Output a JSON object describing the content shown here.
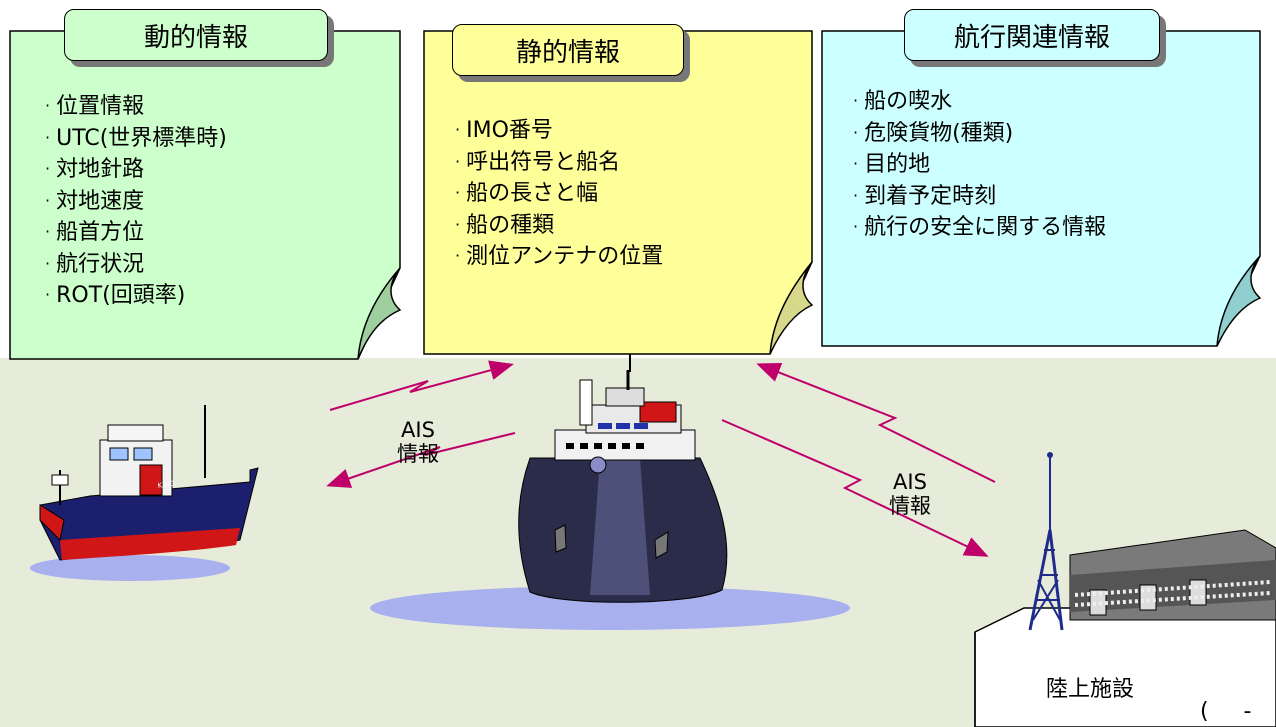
{
  "colors": {
    "dynamic_fill": "#ccffcc",
    "static_fill": "#ffff99",
    "voyage_fill": "#ccffff",
    "background": "#e6ecd9",
    "arrow": "#c0006a"
  },
  "panels": {
    "dynamic": {
      "title": "動的情報",
      "items": [
        "位置情報",
        "UTC(世界標準時)",
        "対地針路",
        "対地速度",
        "船首方位",
        "航行状況",
        "ROT(回頭率)"
      ]
    },
    "static": {
      "title": "静的情報",
      "items": [
        "IMO番号",
        "呼出符号と船名",
        "船の長さと幅",
        "船の種類",
        "測位アンテナの位置"
      ]
    },
    "voyage": {
      "title": "航行関連情報",
      "items": [
        "船の喫水",
        "危険貨物(種類)",
        "目的地",
        "到着予定時刻",
        "航行の安全に関する情報"
      ]
    }
  },
  "scene": {
    "ais_label_left_1": "AIS",
    "ais_label_left_2": "情報",
    "ais_label_right_1": "AIS",
    "ais_label_right_2": "情報",
    "cargo_ship_name": "KING",
    "shore_label": "陸上施設",
    "corner_text": "(     -"
  },
  "icons": [
    "cargo-ship-icon",
    "own-ship-icon",
    "shore-station-icon",
    "radio-tower-icon"
  ]
}
